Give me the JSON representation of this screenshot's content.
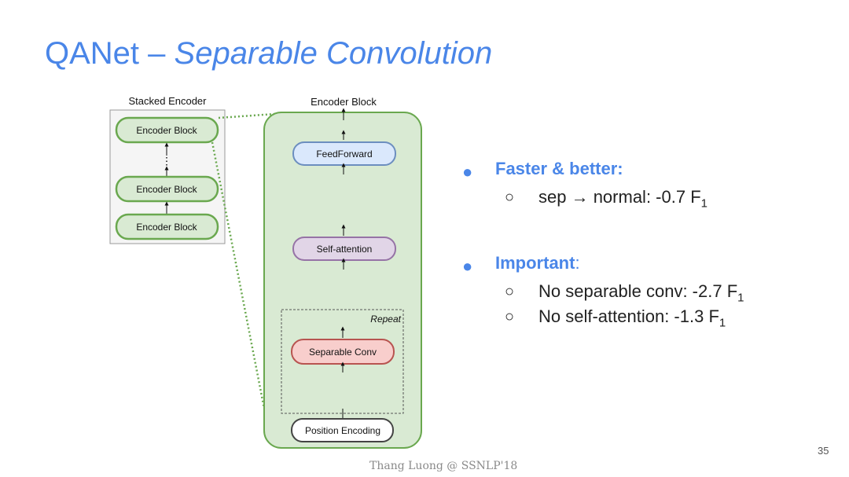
{
  "slide": {
    "title_main": "QANet – ",
    "title_italic": "Separable Convolution",
    "footer": "Thang Luong  @ SSNLP'18",
    "page_number": "35"
  },
  "diagram": {
    "stacked_title": "Stacked Encoder",
    "stacked_blocks": [
      "Encoder Block",
      "Encoder Block",
      "Encoder Block"
    ],
    "encoder_title": "Encoder Block",
    "repeat_label": "Repeat",
    "layers": {
      "feedforward": "FeedForward",
      "self_attention": "Self-attention",
      "separable_conv": "Separable Conv",
      "position_encoding": "Position Encoding"
    },
    "colors": {
      "green_fill": "#d9ead3",
      "green_stroke": "#6aa84f",
      "blue_fill": "#dae8fc",
      "blue_stroke": "#6c8ebf",
      "purple_fill": "#e1d5e7",
      "purple_stroke": "#9673a6",
      "red_fill": "#f8cecc",
      "red_stroke": "#b85450"
    }
  },
  "bullets": [
    {
      "heading": "Faster & better:",
      "heading_suffix": "",
      "items": [
        {
          "text": "sep → normal: -0.7 F",
          "sub": "1"
        }
      ]
    },
    {
      "heading": "Important",
      "heading_suffix": ":",
      "items": [
        {
          "text": "No separable conv: -2.7 F",
          "sub": "1"
        },
        {
          "text": "No self-attention: -1.3 F",
          "sub": "1"
        }
      ]
    }
  ]
}
